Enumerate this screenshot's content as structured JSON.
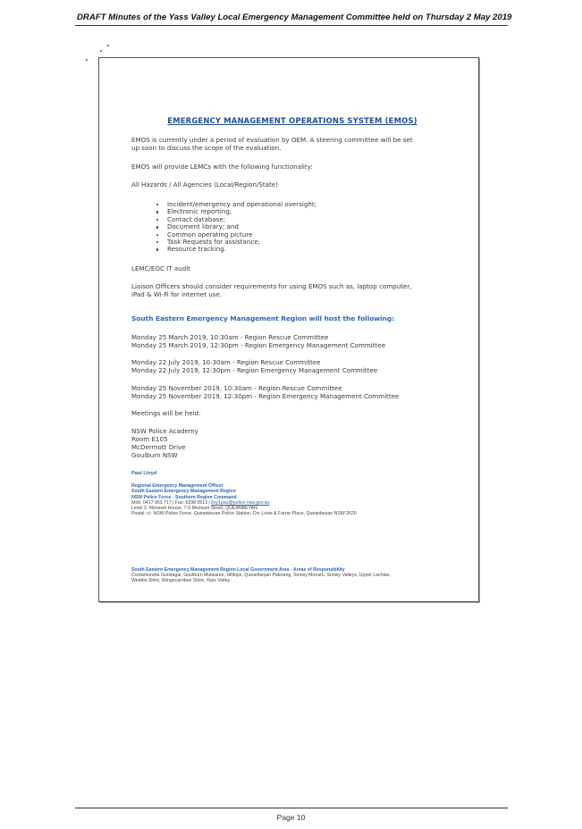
{
  "header": {
    "title": "DRAFT Minutes of the Yass Valley Local Emergency Management Committee held on Thursday 2 May 2019"
  },
  "document": {
    "title": "EMERGENCY MANAGEMENT OPERATIONS SYSTEM (EMOS)",
    "intro_line1": "EMOS is currently under a period of evaluation by OEM. A steering committee will be set",
    "intro_line2": "up soon to discuss the scope of the evaluation.",
    "functionality_intro": "EMOS will provide LEMCs with the following functionality:",
    "hazards_line": "All Hazards / All Agencies (Local/Region/State)",
    "bullets": [
      "Incident/emergency and operational oversight;",
      "Electronic reporting;",
      "Contact database;",
      "Document library; and",
      "Common operating picture",
      "Task Requests for assistance;",
      "Resource tracking."
    ],
    "it_audit": "LEMC/EOC IT audit",
    "liaison_line1": "Liaison Officers should consider requirements for using EMOS such as, laptop computer,",
    "liaison_line2": "iPad & Wi-Fi for internet use.",
    "region_heading": "South Eastern Emergency Management Region will host the following:",
    "meetings": [
      {
        "line1": "Monday 25 March 2019, 10:30am - Region Rescue Committee",
        "line2": "Monday 25 March 2019, 12:30pm - Region Emergency Management Committee"
      },
      {
        "line1": "Monday 22 July 2019, 10:30am - Region Rescue Committee",
        "line2": "Monday 22 July 2019, 12:30pm - Region Emergency Management Committee"
      },
      {
        "line1": "Monday 25 November 2019, 10:30am - Region Rescue Committee",
        "line2": "Monday 25 November 2019, 12:30pm - Region Emergency Management Committee"
      }
    ],
    "meetings_held_label": "Meetings will be held:",
    "venue": [
      "NSW Police Academy",
      "Room E105",
      "McDermott Drive",
      "Goulburn NSW"
    ],
    "signature": {
      "name": "Paul Lloyd",
      "role1": "Regional Emergency Management Officer",
      "role2": "South Eastern Emergency Management Region",
      "role3": "NSW Police Force - Southern Region Command",
      "contact_prefix": "Mob: 0417 663 717 | Fax: 6298 0513 |",
      "email": "lloy1pau@police.nsw.gov.au",
      "address1": "Level 3, Morisset House, 7-9 Morisset Street, QUEANBEYAN",
      "address2": "Postal: c/- NSW Police Force, Queanbeyan Police Station, Cnr Lowe & Farrar Place, Queanbeyan NSW 2620"
    },
    "aor": {
      "title": "South Eastern Emergency Management Region Local Government Area - Areas of Responsibility",
      "line1": "Cootamundra Gundagai, Goulburn Mulwaree, Hilltops, Queanbeyan Palerang, Snowy Monaro, Snowy Valleys, Upper Lachlan,",
      "line2": "Weddin Shire, Wingecarribee Shire, Yass Valley."
    }
  },
  "footer": {
    "page_number": "Page 10"
  }
}
